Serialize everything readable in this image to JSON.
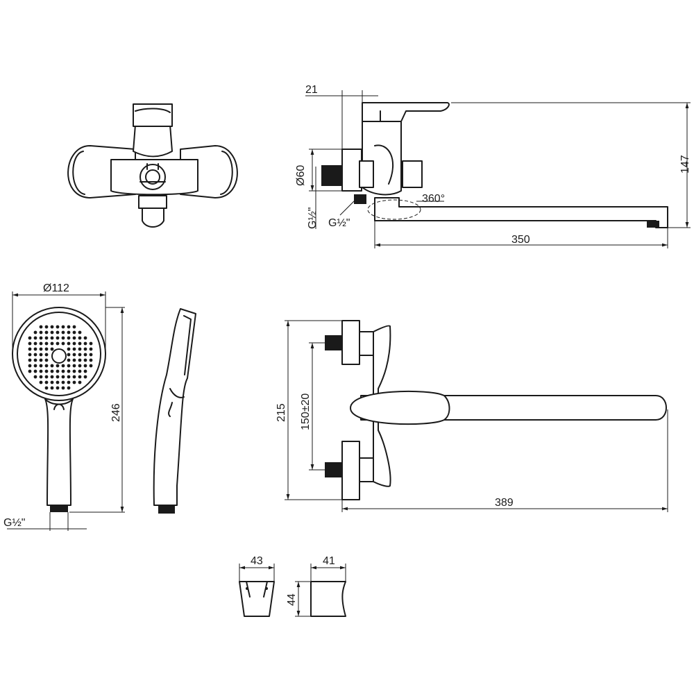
{
  "dimensions": {
    "mixer_side_offset": "21",
    "mixer_side_height": "147",
    "mixer_body_diameter": "Ø60",
    "mixer_connection_left": "G½\"",
    "mixer_connection_shower": "G½\"",
    "spout_rotation": "360°",
    "spout_length": "350",
    "shower_head_diameter": "Ø112",
    "shower_head_length": "246",
    "shower_head_connection": "G½\"",
    "top_view_height": "215",
    "top_view_centers": "150±20",
    "top_view_length": "389",
    "holder_front_width": "43",
    "holder_side_width": "41",
    "holder_height": "44"
  }
}
